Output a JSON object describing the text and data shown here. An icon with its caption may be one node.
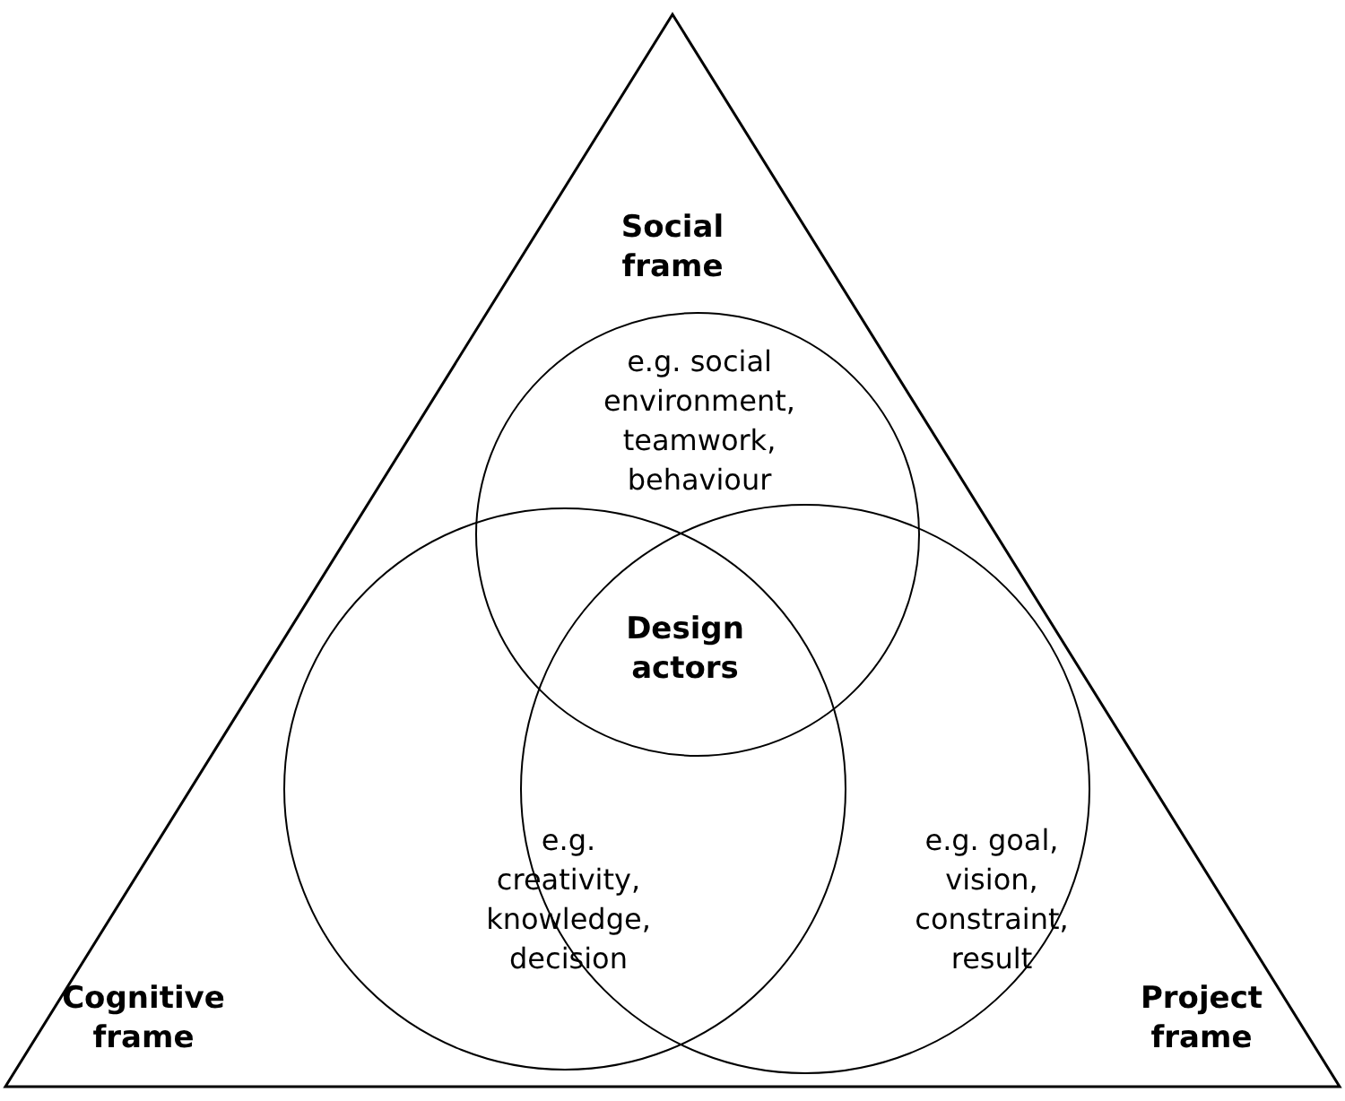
{
  "diagram": {
    "nodes": [
      {
        "text": [
          "Social frame",
          "Cognitive frame",
          "Project frame"
        ]
      },
      {
        "text": [
          "e.g. social environment, teamwork, behaviour"
        ],
        "in": 0
      },
      {
        "text": [
          "e.g. creativity, knowledge, decision"
        ],
        "in": 0
      },
      {
        "text": [
          "e.g. goal, vision, constraint, result"
        ],
        "in": 0
      }
    ],
    "labels": [
      "Design actors"
    ]
  }
}
